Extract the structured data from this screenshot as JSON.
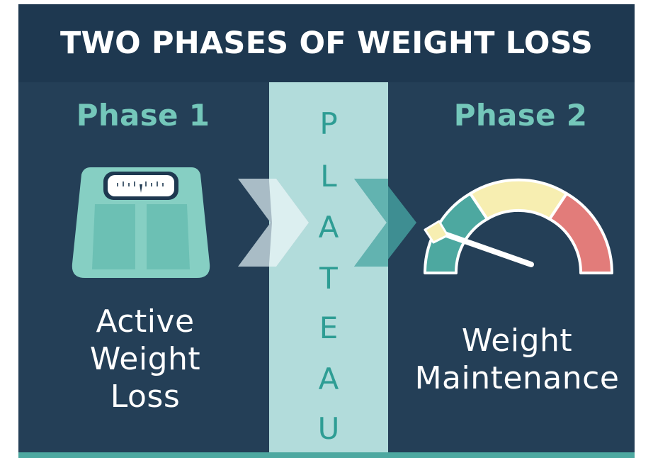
{
  "title": "TWO PHASES OF WEIGHT LOSS",
  "phase1": {
    "heading": "Phase 1",
    "description_lines": [
      "Active",
      "Weight",
      "Loss"
    ],
    "icon": "bathroom-scale-icon"
  },
  "plateau": {
    "letters": [
      "P",
      "L",
      "A",
      "T",
      "E",
      "A",
      "U"
    ]
  },
  "phase2": {
    "heading": "Phase 2",
    "description_lines": [
      "Weight",
      "Maintenance"
    ],
    "icon": "gauge-icon"
  },
  "colors": {
    "background_dark": "#243f57",
    "header_dark": "#1e3850",
    "plateau_band": "#b2dcdb",
    "accent_teal": "#4da8a0",
    "accent_light_teal": "#74c7ba",
    "gauge_yellow": "#f7eeb1",
    "gauge_red": "#e27c7a"
  }
}
